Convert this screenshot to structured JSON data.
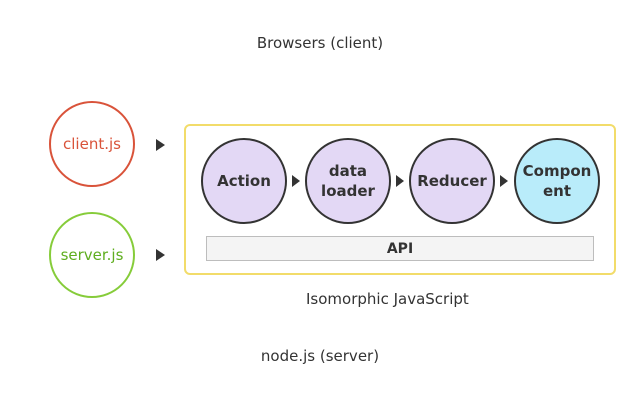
{
  "diagram": {
    "top_label": "Browsers (client)",
    "bottom_label": "node.js (server)",
    "entries": [
      {
        "label": "client.js",
        "color": "#d9533a"
      },
      {
        "label": "server.js",
        "color": "#86cc3a"
      }
    ],
    "isomorphic": {
      "label": "Isomorphic JavaScript",
      "border_color": "#f2dc6a",
      "steps": [
        {
          "label": "Action",
          "color": "#e3d8f5"
        },
        {
          "line1": "data",
          "line2": "loader",
          "color": "#e3d8f5"
        },
        {
          "label": "Reducer",
          "color": "#e3d8f5"
        },
        {
          "line1": "Compon",
          "line2": "ent",
          "color": "#b9ecfa"
        }
      ],
      "api_label": "API"
    }
  }
}
